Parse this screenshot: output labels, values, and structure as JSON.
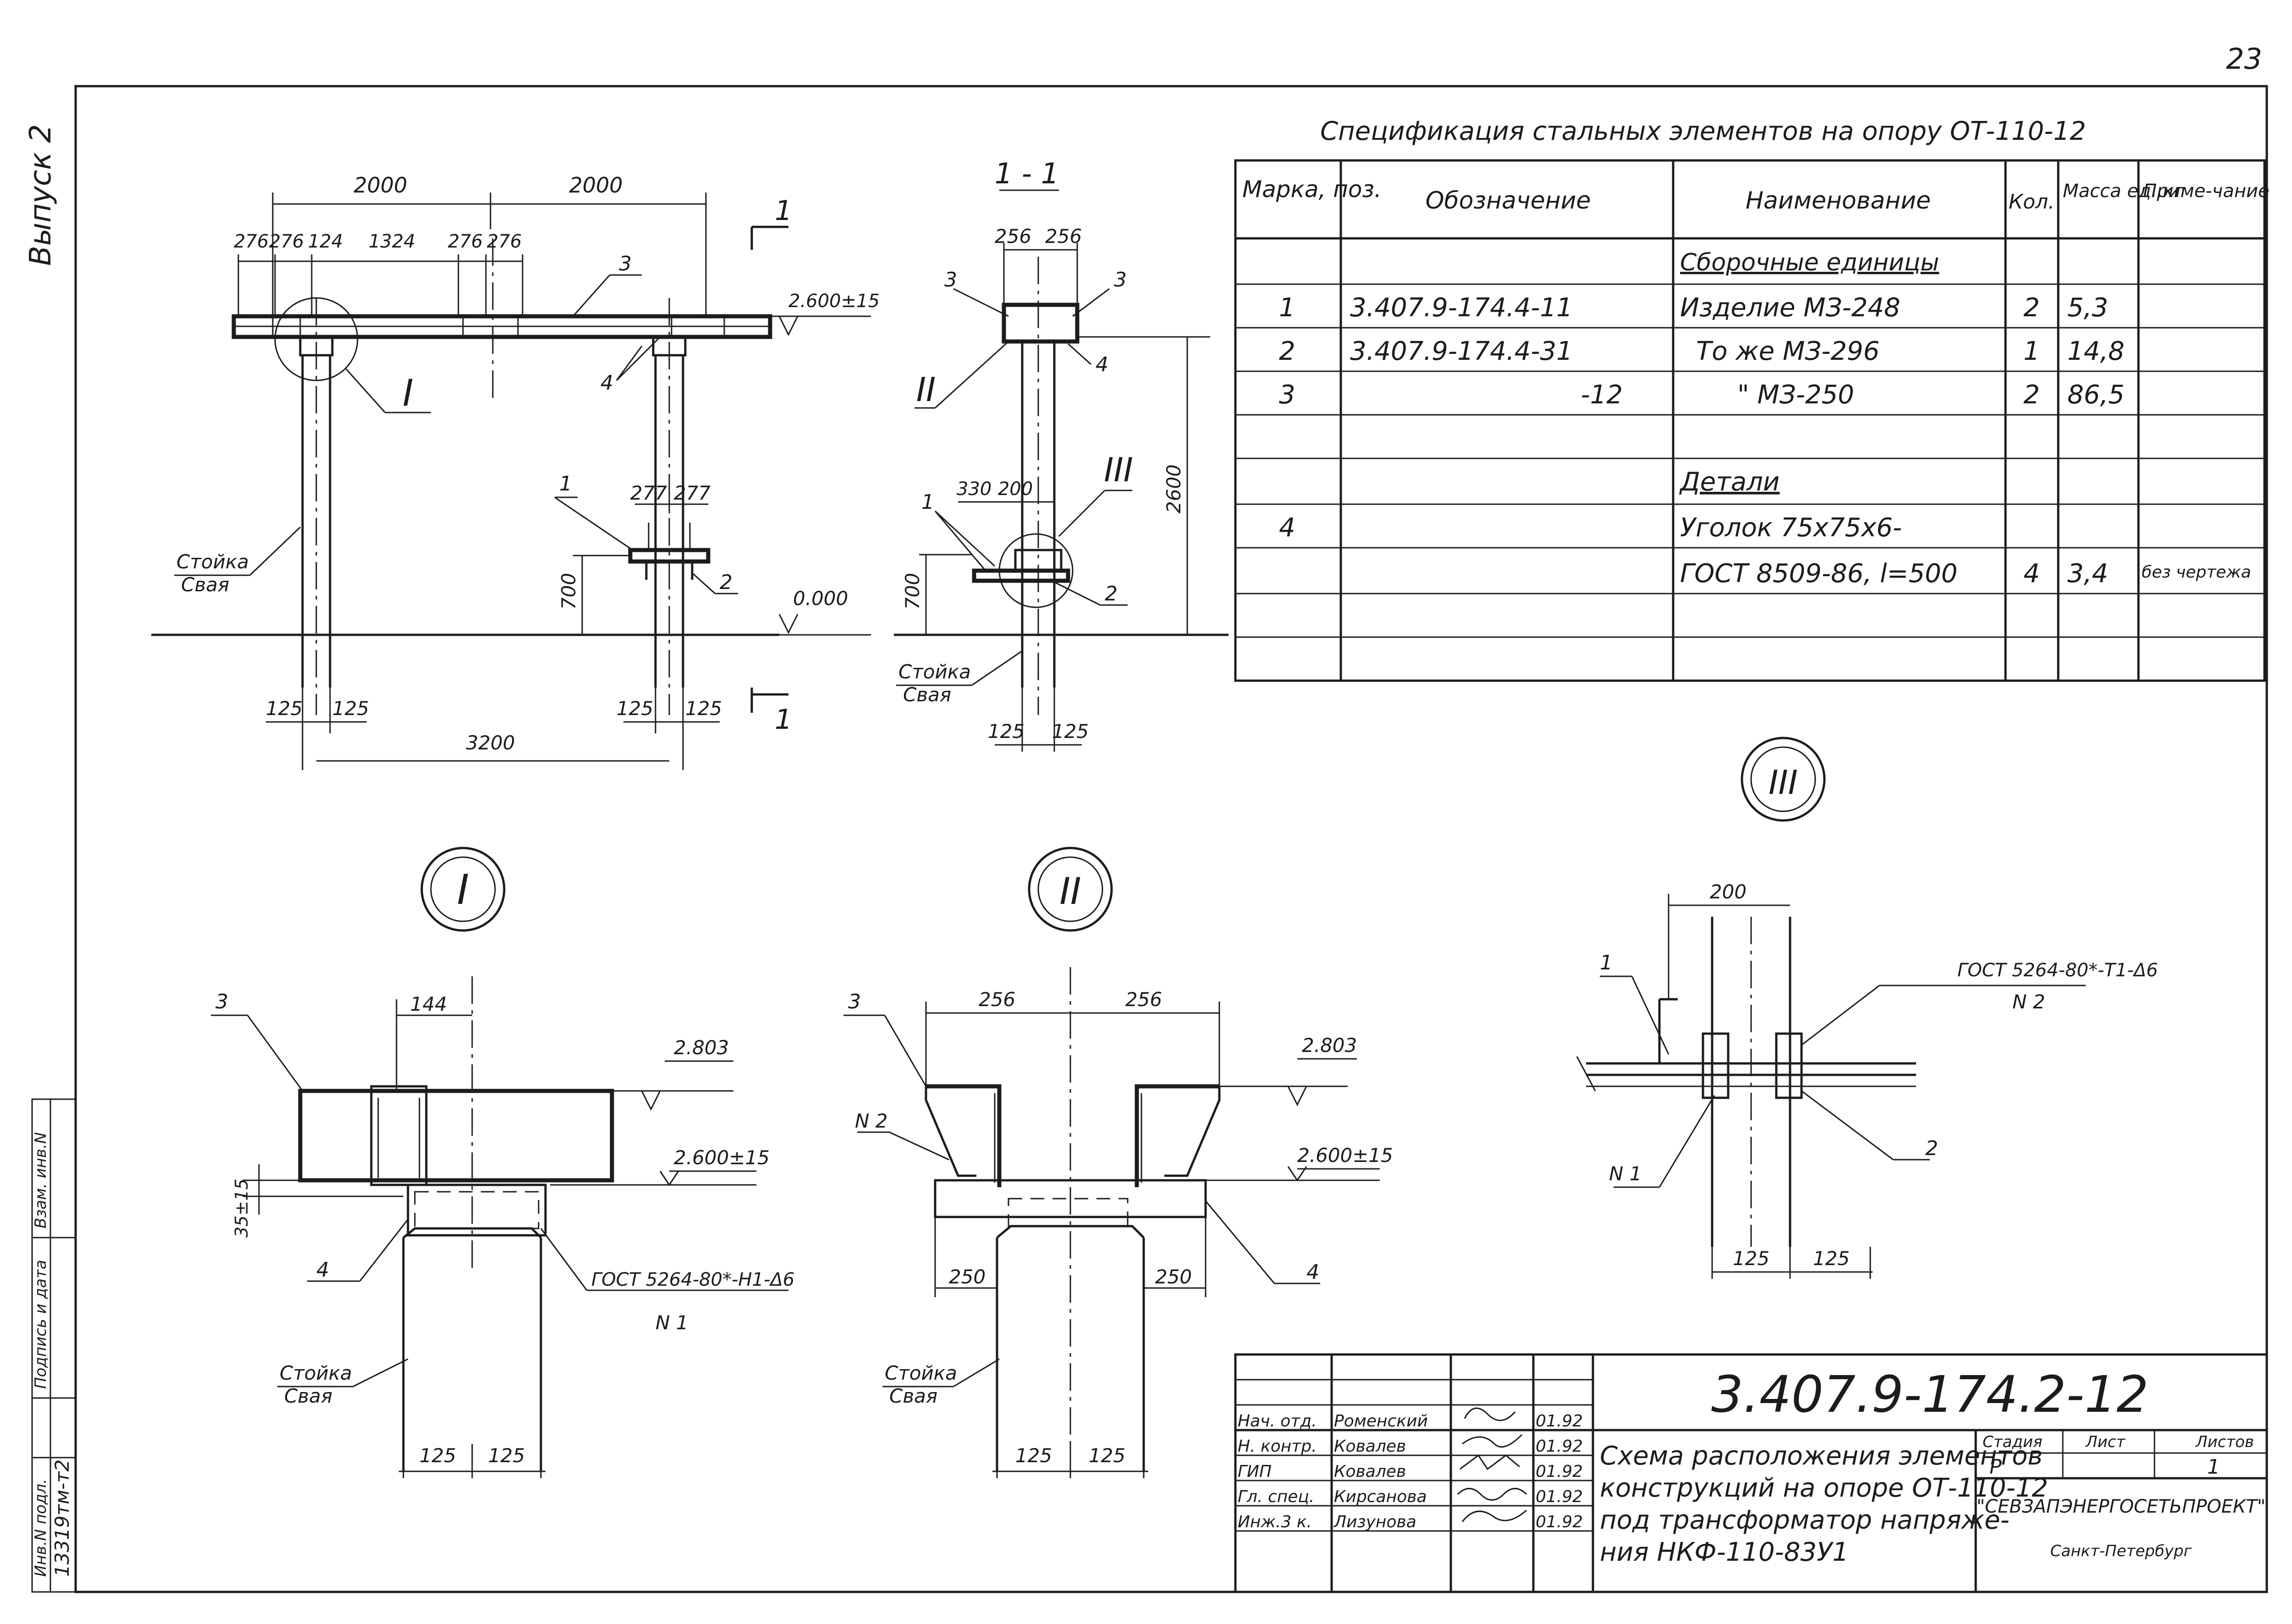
{
  "sheet": {
    "page_number": "23",
    "side_label": "Выпуск 2",
    "inventory_number": "13319тм-т2",
    "side_fields": [
      "Инв.N подл.",
      "Подпись и дата",
      "Взам. инв.N"
    ]
  },
  "spec": {
    "title": "Спецификация стальных элементов на опору ОТ-110-12",
    "headers": [
      "Марка, поз.",
      "Обозначение",
      "Наименование",
      "Кол.",
      "Масса ед.,кг",
      "Приме-чание"
    ],
    "rows": [
      [
        "",
        "",
        "Сборочные единицы",
        "",
        "",
        ""
      ],
      [
        "1",
        "3.407.9-174.4-11",
        "Изделие МЗ-248",
        "2",
        "5,3",
        ""
      ],
      [
        "2",
        "3.407.9-174.4-31",
        "То же МЗ-296",
        "1",
        "14,8",
        ""
      ],
      [
        "3",
        "-12",
        "\"   МЗ-250",
        "2",
        "86,5",
        ""
      ],
      [
        "",
        "",
        "",
        "",
        "",
        ""
      ],
      [
        "",
        "",
        "Детали",
        "",
        "",
        ""
      ],
      [
        "4",
        "",
        "Уголок 75х75х6-",
        "",
        "",
        ""
      ],
      [
        "",
        "",
        "ГОСТ 8509-86, l=500",
        "4",
        "3,4",
        "без чертежа"
      ],
      [
        "",
        "",
        "",
        "",
        "",
        ""
      ],
      [
        "",
        "",
        "",
        "",
        "",
        ""
      ]
    ]
  },
  "title_block": {
    "code": "3.407.9-174.2-12",
    "drawing_title": [
      "Схема расположения элементов",
      "конструкций на опоре ОТ-110-12",
      "под трансформатор напряже-",
      "ния НКФ-110-83У1"
    ],
    "stage_label": "Стадия",
    "sheet_label": "Лист",
    "sheets_label": "Листов",
    "stage": "Р",
    "sheets": "1",
    "organization": "\"СЕВЗАПЭНЕРГОСЕТЬПРОЕКТ\"",
    "city": "Санкт-Петербург",
    "signers": [
      {
        "role": "Нач. отд.",
        "name": "Роменский",
        "date": "01.92"
      },
      {
        "role": "Н. контр.",
        "name": "Ковалев",
        "date": "01.92"
      },
      {
        "role": "ГИП",
        "name": "Ковалев",
        "date": "01.92"
      },
      {
        "role": "Гл. спец.",
        "name": "Кирсанова",
        "date": "01.92"
      },
      {
        "role": "Инж.3 к.",
        "name": "Лизунова",
        "date": "01.92"
      }
    ]
  },
  "elevation": {
    "dims_top": [
      "2000",
      "2000"
    ],
    "dims_sub": [
      "276",
      "276",
      "124",
      "1324",
      "276",
      "276"
    ],
    "dims_277": [
      "277",
      "277"
    ],
    "dim_700": "700",
    "dims_bottom": [
      "125",
      "125",
      "125",
      "125"
    ],
    "dim_3200": "3200",
    "level_top": "2.600±15",
    "level_ground": "0.000",
    "callout_I": "I",
    "section_mark": "1",
    "pos": [
      "3",
      "4",
      "1",
      "2"
    ],
    "label_stoyka": "Стойка",
    "label_svaya": "Свая"
  },
  "section": {
    "title": "1 - 1",
    "dims_top": [
      "256",
      "256"
    ],
    "dims_mid": [
      "330",
      "200"
    ],
    "dim_700": "700",
    "dim_2600": "2600",
    "dims_bottom": [
      "125",
      "125"
    ],
    "callout_II": "II",
    "callout_III": "III",
    "pos": [
      "3",
      "3",
      "4",
      "1",
      "2"
    ],
    "label_stoyka": "Стойка",
    "label_svaya": "Свая"
  },
  "detail_I": {
    "roman": "I",
    "dim_144": "144",
    "level_top": "2.803",
    "level_mid": "2.600±15",
    "dim_35": "35±15",
    "weld": "ГОСТ 5264-80*-Н1-Δ6",
    "weld_n": "N 1",
    "pos": [
      "3",
      "4"
    ],
    "dims_bottom": [
      "125",
      "125"
    ],
    "label_stoyka": "Стойка",
    "label_svaya": "Свая"
  },
  "detail_II": {
    "roman": "II",
    "dims_top": [
      "256",
      "256"
    ],
    "level_top": "2.803",
    "level_mid": "2.600±15",
    "dims_250": [
      "250",
      "250"
    ],
    "weld_n": "N 2",
    "pos": [
      "3",
      "4"
    ],
    "dims_bottom": [
      "125",
      "125"
    ],
    "label_stoyka": "Стойка",
    "label_svaya": "Свая"
  },
  "detail_III": {
    "roman": "III",
    "dim_200": "200",
    "weld": "ГОСТ 5264-80*-Т1-Δ6",
    "weld_n2": "N 2",
    "weld_n1": "N 1",
    "pos": [
      "1",
      "2"
    ],
    "dims_bottom": [
      "125",
      "125"
    ]
  }
}
